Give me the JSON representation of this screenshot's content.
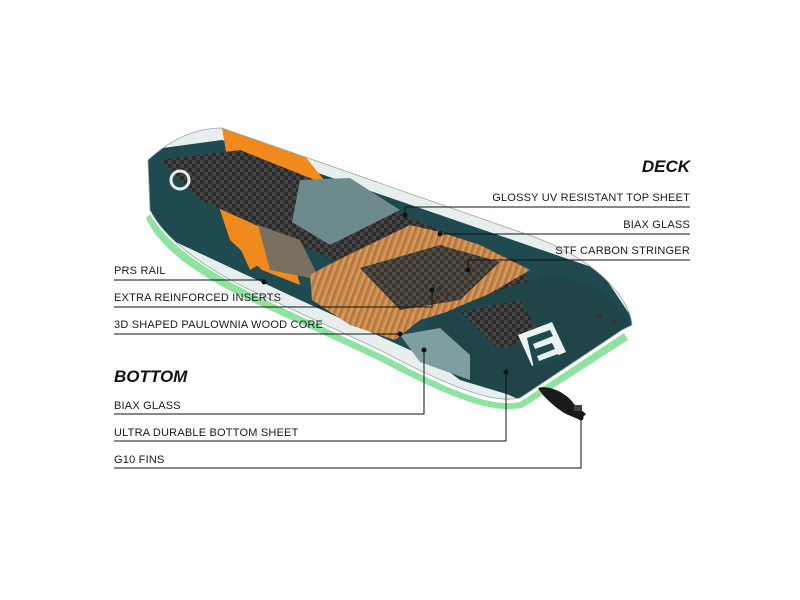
{
  "headers": {
    "deck": "DECK",
    "bottom": "BOTTOM"
  },
  "labels": {
    "glossy_top_sheet": "GLOSSY UV RESISTANT TOP SHEET",
    "biax_glass_deck": "BIAX GLASS",
    "carbon_stringer": "STF CARBON STRINGER",
    "prs_rail": "PRS RAIL",
    "reinforced_inserts": "EXTRA REINFORCED INSERTS",
    "wood_core": "3D SHAPED PAULOWNIA WOOD CORE",
    "biax_glass_bottom": "BIAX GLASS",
    "bottom_sheet": "ULTRA DURABLE BOTTOM SHEET",
    "g10_fins": "G10 FINS"
  },
  "colors": {
    "orange": "#f08a1c",
    "teal": "#1f4a4f",
    "wood": "#c98a4e",
    "carbon": "#2a2a2a",
    "rail_green": "#8fe3a0",
    "white_sheet": "#e6eeee"
  }
}
